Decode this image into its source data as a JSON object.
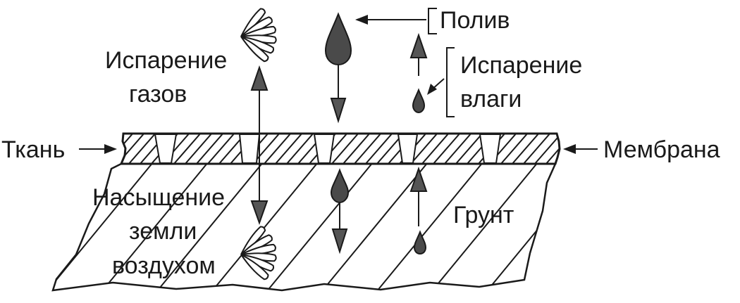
{
  "labels": {
    "watering": "Полив",
    "gas_evaporation_line1": "Испарение",
    "gas_evaporation_line2": "газов",
    "moisture_evaporation_line1": "Испарение",
    "moisture_evaporation_line2": "влаги",
    "fabric": "Ткань",
    "membrane": "Мембрана",
    "soil_saturation_line1": "Насыщение",
    "soil_saturation_line2": "земли",
    "soil_saturation_line3": "воздухом",
    "soil": "Грунт"
  },
  "colors": {
    "ink": "#1a1a1a",
    "arrow_fill": "#555555",
    "drop_fill": "#4a4a4a",
    "background": "#ffffff"
  },
  "icons": [
    "fan-burst-icon",
    "water-drop-icon",
    "arrow-up-icon",
    "arrow-down-icon",
    "arrow-left-icon",
    "arrow-right-icon"
  ]
}
